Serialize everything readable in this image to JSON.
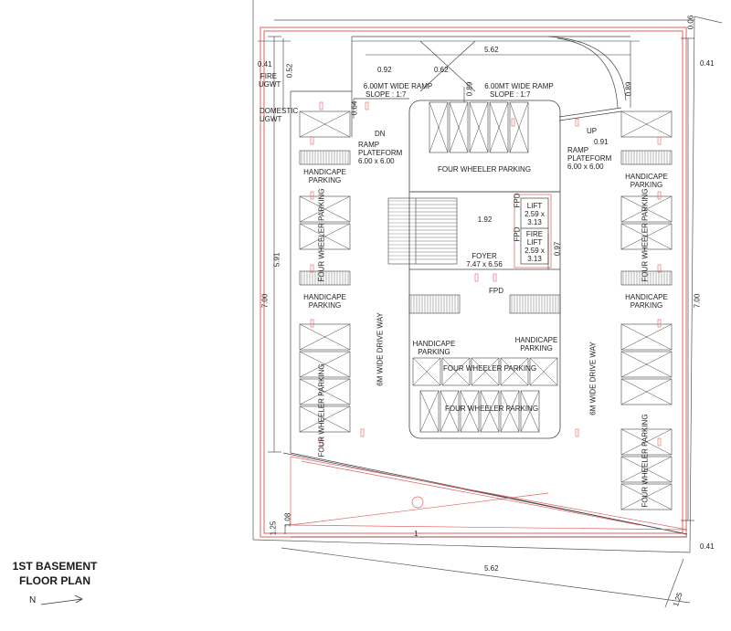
{
  "plan": {
    "title_line1": "1ST BASEMENT",
    "title_line2": "FLOOR PLAN",
    "north_label": "N",
    "colors": {
      "wall": "#e06060",
      "line": "#444444",
      "bg": "#ffffff"
    }
  },
  "labels": {
    "fire_ugwt": [
      "FIRE",
      "UGWT"
    ],
    "domestic_ugwt": [
      "DOMESTIC",
      "UGWT"
    ],
    "ramp_left": [
      "6.00MT WIDE RAMP",
      "SLOPE : 1:7"
    ],
    "ramp_right": [
      "6.00MT WIDE RAMP",
      "SLOPE : 1:7"
    ],
    "dn": "DN",
    "up": "UP",
    "ramp_platform_left": [
      "RAMP",
      "PLATEFORM",
      "6.00 x 6.00"
    ],
    "ramp_platform_right": [
      "RAMP",
      "PLATEFORM",
      "6.00 x 6.00"
    ],
    "four_wheeler_top": "FOUR WHEELER PARKING",
    "four_wheeler_mid": "FOUR WHEELER PARKING",
    "four_wheeler_bottom": "FOUR WHEELER PARKING",
    "four_wheeler_left_top": "FOUR WHEELER PARKING",
    "four_wheeler_left_bottom": "FOUR WHEELER PARKING",
    "four_wheeler_right_top": "FOUR WHEELER PARKING",
    "four_wheeler_right_bottom": "FOUR WHEELER PARKING",
    "handicap_left_1": [
      "HANDICAPE",
      "PARKING"
    ],
    "handicap_left_2": [
      "HANDICAPE",
      "PARKING"
    ],
    "handicap_right_1": [
      "HANDICAPE",
      "PARKING"
    ],
    "handicap_right_2": [
      "HANDICAPE",
      "PARKING"
    ],
    "handicap_center_left": [
      "HANDICAPE",
      "PARKING"
    ],
    "handicap_center_right": [
      "HANDICAPE",
      "PARKING"
    ],
    "drive_left": "6M WIDE DRIVE WAY",
    "drive_right": "6M WIDE DRIVE WAY",
    "lift": [
      "LIFT",
      "2.59 x",
      "3.13"
    ],
    "fire_lift": [
      "FIRE",
      "LIFT",
      "2.59 x",
      "3.13"
    ],
    "fpd_top": "FPD",
    "fpd_side": "FPD",
    "fpd_center": "FPD",
    "foyer": [
      "FOYER",
      "7.47 x 6.56"
    ],
    "foyer_dim": "1.92"
  },
  "dimensions": {
    "top_562": "5.62",
    "bottom_562": "5.62",
    "d_092": "0.92",
    "d_062": "0.62",
    "d_041_left": "0.41",
    "d_052": "0.52",
    "d_041_right_top": "0.41",
    "d_041_right_bottom": "0.41",
    "d_064": "0.64",
    "d_089_a": "0.89",
    "d_089_b": "0.89",
    "d_091": "0.91",
    "d_591": "5.91",
    "d_700_left": "7.00",
    "d_700_right": "7.00",
    "d_108": "1.08",
    "d_125_left": "1.25",
    "d_125_bottom": "1.25",
    "d_1": "1",
    "d_097": "0.97",
    "d_006": "0.06"
  }
}
